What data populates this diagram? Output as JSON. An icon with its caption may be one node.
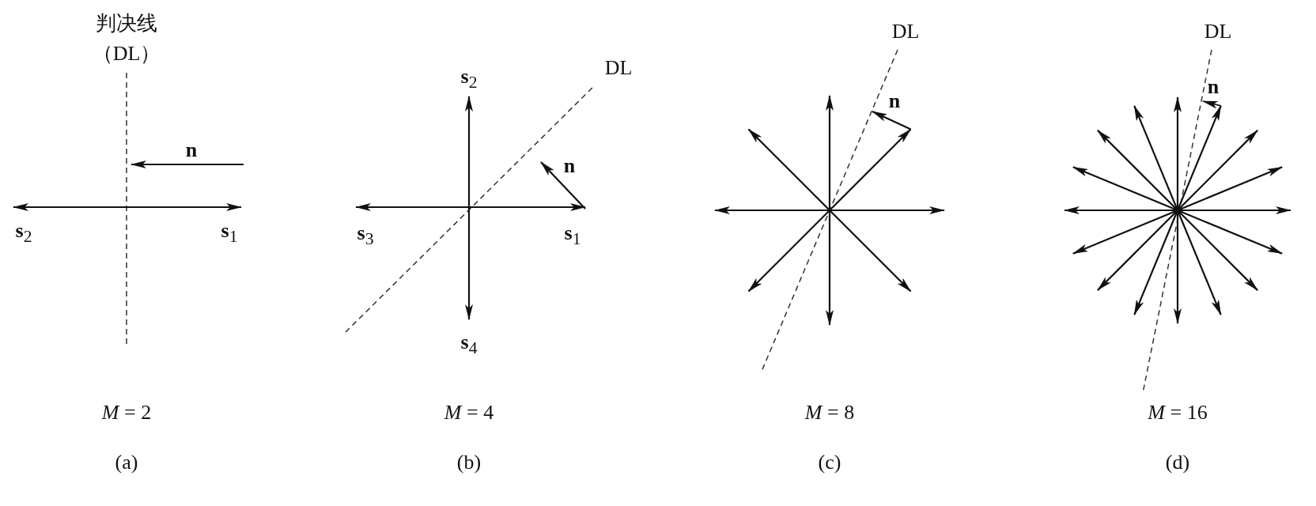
{
  "diagram": {
    "labels": [
      "判决线",
      "（DL）",
      "n",
      "**s**$_{2}$",
      "**s**$_{1}$",
      "*M* = 2",
      "(a)",
      "**s**$_{2}$",
      "DL",
      "n",
      "**s**$_{3}$",
      "**s**$_{1}$",
      "**s**$_{4}$",
      "*M* = 4",
      "(b)",
      "DL",
      "n",
      "*M* = 8",
      "(c)",
      "DL",
      "n",
      "*M* = 16",
      "(d)"
    ]
  }
}
